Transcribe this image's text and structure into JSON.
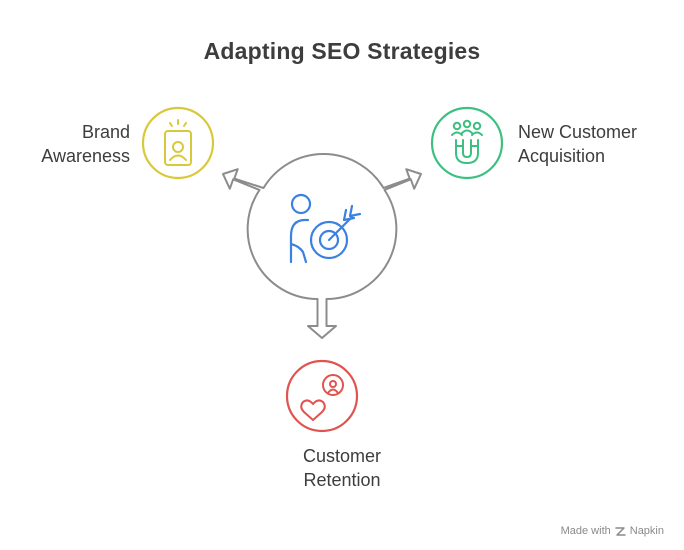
{
  "title": "Adapting SEO Strategies",
  "nodes": {
    "brand": {
      "line1": "Brand",
      "line2": "Awareness",
      "icon": "id-badge-icon",
      "color": "#d8c93a"
    },
    "acquisition": {
      "line1": "New Customer",
      "line2": "Acquisition",
      "icon": "magnet-people-icon",
      "color": "#3cc082"
    },
    "retention": {
      "line1": "Customer",
      "line2": "Retention",
      "icon": "heart-hand-icon",
      "color": "#e0534f"
    },
    "center": {
      "icon": "person-target-icon",
      "color": "#3b82e0"
    }
  },
  "footer": {
    "made_with": "Made with",
    "brand": "Napkin"
  }
}
